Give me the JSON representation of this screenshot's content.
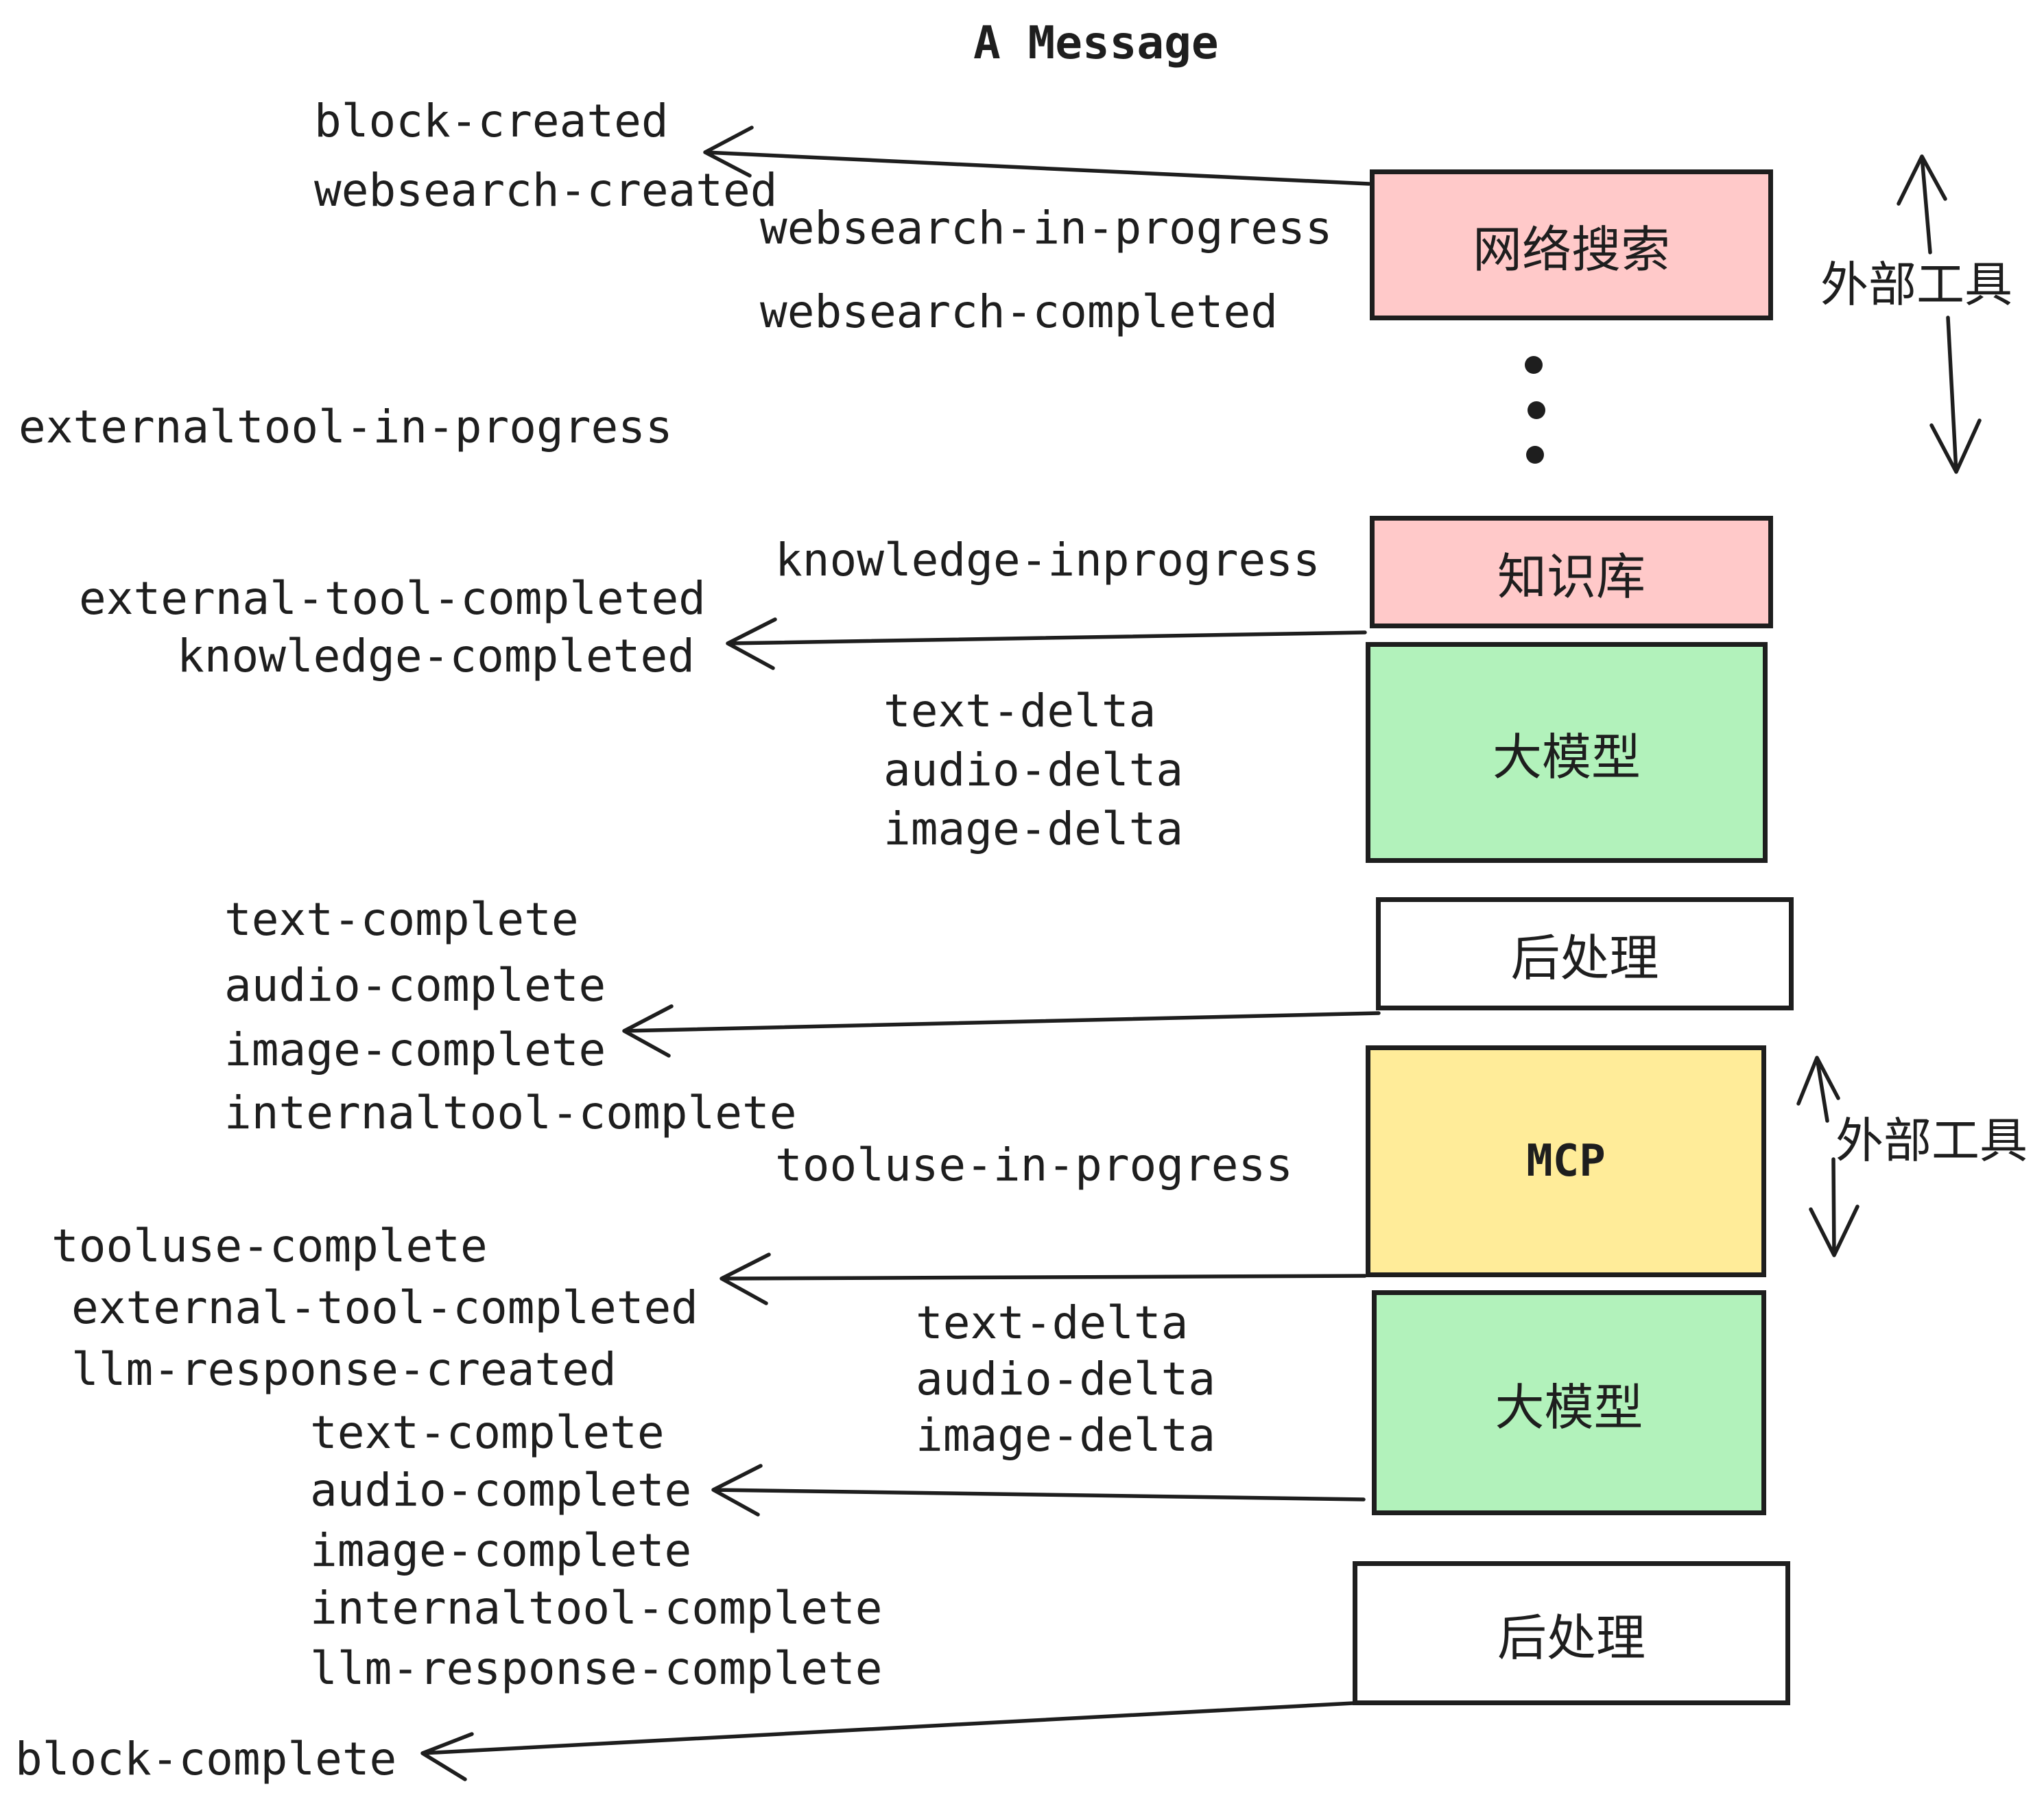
{
  "title": "A Message",
  "colors": {
    "ink": "#1e1e1e",
    "pink_box": "#ffc9c9",
    "green_box": "#b2f2bb",
    "yellow_box": "#ffec99",
    "white_box": "#ffffff"
  },
  "boxes": [
    {
      "name": "web-search",
      "label": "网络搜索"
    },
    {
      "name": "knowledge-base",
      "label": "知识库"
    },
    {
      "name": "llm-1",
      "label": "大模型"
    },
    {
      "name": "post-process-1",
      "label": "后处理"
    },
    {
      "name": "mcp",
      "label": "MCP"
    },
    {
      "name": "llm-2",
      "label": "大模型"
    },
    {
      "name": "post-process-2",
      "label": "后处理"
    }
  ],
  "side_labels": {
    "external_tools_top": "外部工具",
    "external_tools_bottom": "外部工具"
  },
  "events": {
    "block_created": "block-created",
    "websearch_created": "websearch-created",
    "websearch_in_progress": "websearch-in-progress",
    "websearch_completed": "websearch-completed",
    "externaltool_in_progress": "externaltool-in-progress",
    "knowledge_inprogress": "knowledge-inprogress",
    "external_tool_completed": "external-tool-completed",
    "knowledge_completed": "knowledge-completed",
    "text_delta": "text-delta",
    "audio_delta": "audio-delta",
    "image_delta": "image-delta",
    "text_complete": "text-complete",
    "audio_complete": "audio-complete",
    "image_complete": "image-complete",
    "internaltool_complete": "internaltool-complete",
    "tooluse_in_progress": "tooluse-in-progress",
    "tooluse_complete": "tooluse-complete",
    "llm_response_created": "llm-response-created",
    "llm_response_complete": "llm-response-complete",
    "block_complete": "block-complete"
  }
}
